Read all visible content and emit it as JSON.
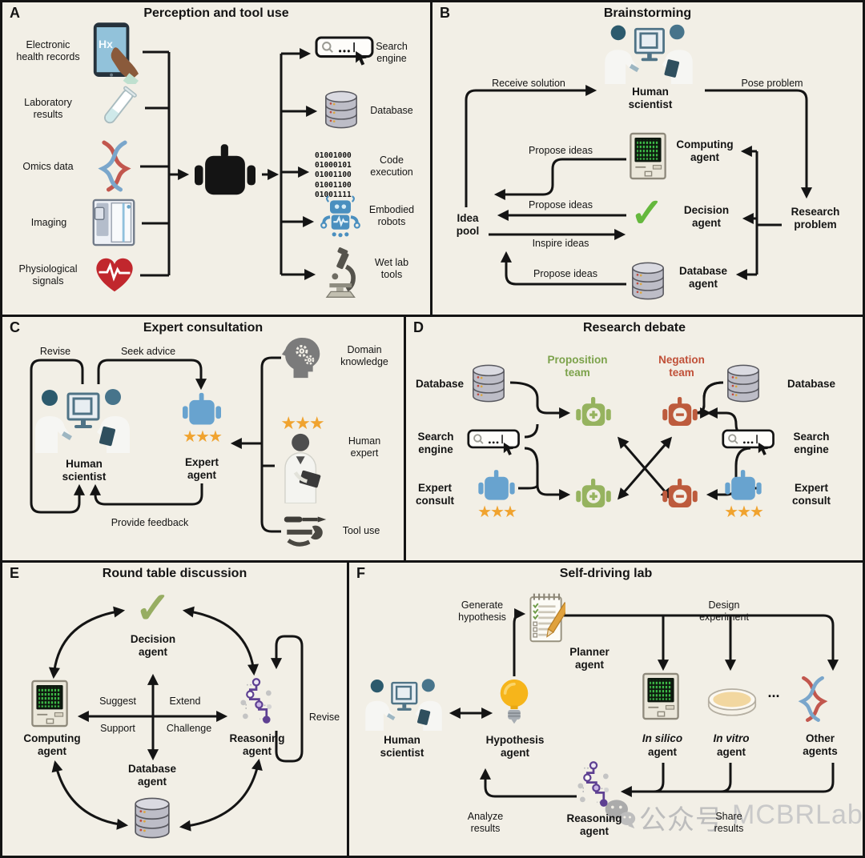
{
  "glyphs": {
    "check": "✓",
    "stars": "★★★",
    "ellipsis": "..."
  },
  "colors": {
    "background": "#f2efe6",
    "line": "#141414",
    "check_green": "#65b83d",
    "check_sage": "#97ad62",
    "star_gold": "#f0a32f",
    "agent_blue": "#68a3cf",
    "proposition_green": "#96b35f",
    "negation_red": "#bd5b3d",
    "reasoning_purple": "#5e4092",
    "watermark_gray": "#bdbdbd"
  },
  "watermark": {
    "account_text": "公众号",
    "lab_text": "MCBRLab"
  },
  "panels": {
    "a": {
      "label": "A",
      "title": "Perception and tool use",
      "phone_screen": "Hx",
      "inputs": [
        "Electronic\nhealth records",
        "Laboratory\nresults",
        "Omics data",
        "Imaging",
        "Physiological\nsignals"
      ],
      "outputs": [
        "Search\nengine",
        "Database",
        "Code\nexecution",
        "Embodied\nrobots",
        "Wet lab\ntools"
      ],
      "binary_code": "01001000\n01000101\n01001100\n01001100\n01001111"
    },
    "b": {
      "label": "B",
      "title": "Brainstorming",
      "nodes": {
        "human_scientist": "Human\nscientist",
        "computing_agent": "Computing\nagent",
        "decision_agent": "Decision\nagent",
        "database_agent": "Database\nagent",
        "idea_pool": "Idea\npool",
        "research_problem": "Research\nproblem"
      },
      "arrows": {
        "receive_solution": "Receive solution",
        "pose_problem": "Pose problem",
        "propose_ideas_top": "Propose ideas",
        "propose_ideas_mid": "Propose ideas",
        "inspire_ideas": "Inspire ideas",
        "propose_ideas_bottom": "Propose ideas"
      }
    },
    "c": {
      "label": "C",
      "title": "Expert consultation",
      "nodes": {
        "human_scientist": "Human\nscientist",
        "expert_agent": "Expert\nagent",
        "domain_knowledge": "Domain\nknowledge",
        "human_expert": "Human\nexpert",
        "tool_use": "Tool use"
      },
      "arrows": {
        "revise": "Revise",
        "seek_advice": "Seek advice",
        "provide_feedback": "Provide feedback"
      }
    },
    "d": {
      "label": "D",
      "title": "Research debate",
      "teams": {
        "proposition": "Proposition\nteam",
        "negation": "Negation\nteam"
      },
      "left": {
        "database": "Database",
        "search_engine": "Search\nengine",
        "expert_consult": "Expert\nconsult"
      },
      "right": {
        "database": "Database",
        "search_engine": "Search\nengine",
        "expert_consult": "Expert\nconsult"
      }
    },
    "e": {
      "label": "E",
      "title": "Round table discussion",
      "nodes": {
        "decision_agent": "Decision\nagent",
        "computing_agent": "Computing\nagent",
        "reasoning_agent": "Reasoning\nagent",
        "database_agent": "Database\nagent"
      },
      "arrows": {
        "suggest": "Suggest",
        "extend": "Extend",
        "support": "Support",
        "challenge": "Challenge",
        "revise": "Revise"
      }
    },
    "f": {
      "label": "F",
      "title": "Self-driving lab",
      "nodes": {
        "human_scientist": "Human\nscientist",
        "hypothesis_agent": "Hypothesis\nagent",
        "planner_agent": "Planner\nagent",
        "in_silico": "In silico",
        "in_silico_agent": "agent",
        "in_vitro": "In vitro",
        "in_vitro_agent": "agent",
        "other_agents": "Other\nagents",
        "reasoning_agent": "Reasoning\nagent"
      },
      "arrows": {
        "generate_hypothesis": "Generate\nhypothesis",
        "design_experiment": "Design\nexperiment",
        "analyze_results": "Analyze\nresults",
        "share_results": "Share\nresults"
      }
    }
  }
}
